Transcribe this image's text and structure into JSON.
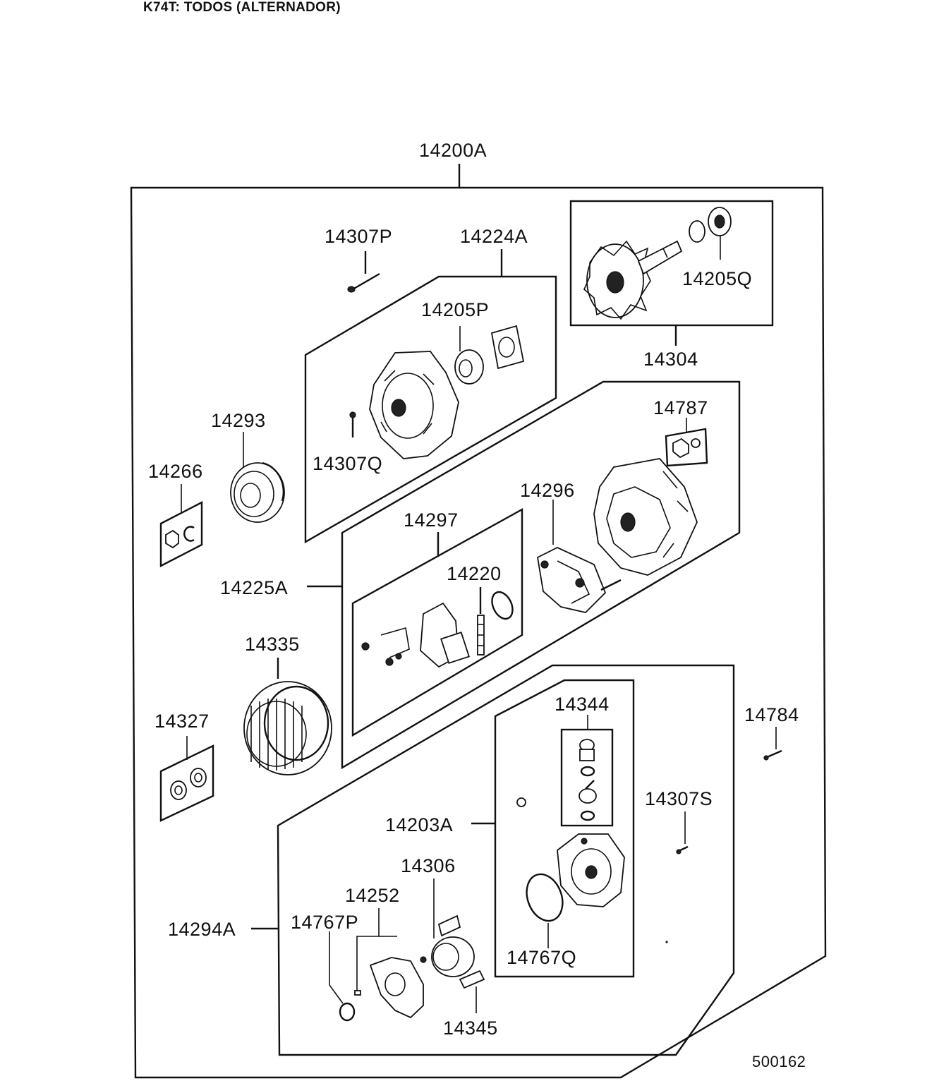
{
  "header": {
    "title": "K74T: TODOS (ALTERNADOR)"
  },
  "labels": {
    "p14200A": "14200A",
    "p14307P": "14307P",
    "p14224A": "14224A",
    "p14205P": "14205P",
    "p14205Q": "14205Q",
    "p14304": "14304",
    "p14293": "14293",
    "p14266": "14266",
    "p14307Q": "14307Q",
    "p14787": "14787",
    "p14296": "14296",
    "p14297": "14297",
    "p14220": "14220",
    "p14225A": "14225A",
    "p14335": "14335",
    "p14327": "14327",
    "p14344": "14344",
    "p14784": "14784",
    "p14307S": "14307S",
    "p14203A": "14203A",
    "p14306": "14306",
    "p14252": "14252",
    "p14767P": "14767P",
    "p14294A": "14294A",
    "p14767Q": "14767Q",
    "p14345": "14345"
  },
  "footer": {
    "code": "500162"
  }
}
